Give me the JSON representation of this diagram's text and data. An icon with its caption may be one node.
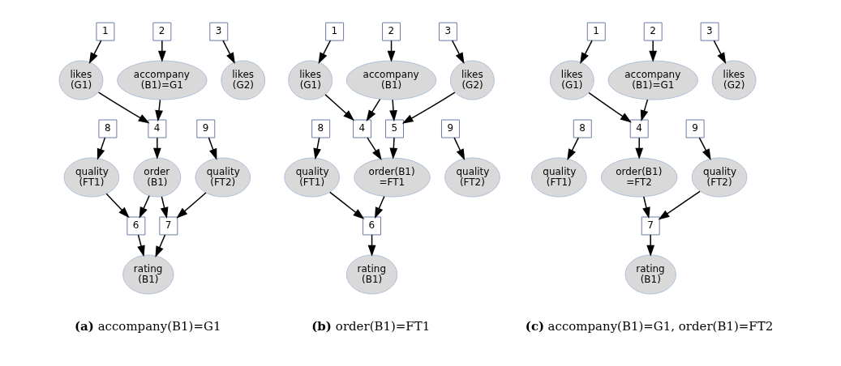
{
  "diagram": {
    "nodes": [
      {
        "text": [
          "1"
        ]
      },
      {
        "text": [
          "2"
        ]
      },
      {
        "text": [
          "3"
        ]
      },
      {
        "text": [
          "likes (G1)"
        ]
      },
      {
        "text": [
          "accompany (B1)=G1"
        ]
      },
      {
        "text": [
          "likes (G2)"
        ]
      },
      {
        "text": [
          "8"
        ]
      },
      {
        "text": [
          "4"
        ]
      },
      {
        "text": [
          "9"
        ]
      },
      {
        "text": [
          "quality (FT1)"
        ]
      },
      {
        "text": [
          "order (B1)"
        ]
      },
      {
        "text": [
          "quality (FT2)"
        ]
      },
      {
        "text": [
          "6"
        ]
      },
      {
        "text": [
          "7"
        ]
      },
      {
        "text": [
          "rating (B1)"
        ]
      },
      {
        "text": [
          "1"
        ]
      },
      {
        "text": [
          "2"
        ]
      },
      {
        "text": [
          "3"
        ]
      },
      {
        "text": [
          "likes (G1)"
        ]
      },
      {
        "text": [
          "accompany (B1)"
        ]
      },
      {
        "text": [
          "likes (G2)"
        ]
      },
      {
        "text": [
          "8"
        ]
      },
      {
        "text": [
          "4"
        ]
      },
      {
        "text": [
          "5"
        ]
      },
      {
        "text": [
          "9"
        ]
      },
      {
        "text": [
          "quality (FT1)"
        ]
      },
      {
        "text": [
          "order(B1) =FT1"
        ]
      },
      {
        "text": [
          "quality (FT2)"
        ]
      },
      {
        "text": [
          "6"
        ]
      },
      {
        "text": [
          "rating (B1)"
        ]
      },
      {
        "text": [
          "1"
        ]
      },
      {
        "text": [
          "2"
        ]
      },
      {
        "text": [
          "3"
        ]
      },
      {
        "text": [
          "likes (G1)"
        ]
      },
      {
        "text": [
          "accompany (B1)=G1"
        ]
      },
      {
        "text": [
          "likes (G2)"
        ]
      },
      {
        "text": [
          "8"
        ]
      },
      {
        "text": [
          "4"
        ]
      },
      {
        "text": [
          "9"
        ]
      },
      {
        "text": [
          "quality (FT1)"
        ]
      },
      {
        "text": [
          "order(B1) =FT2"
        ]
      },
      {
        "text": [
          "quality (FT2)"
        ]
      },
      {
        "text": [
          "7"
        ]
      },
      {
        "text": [
          "rating (B1)"
        ]
      }
    ],
    "edges": [
      {
        "from": 0,
        "to": 3,
        "arrow": "to"
      },
      {
        "from": 1,
        "to": 4,
        "arrow": "to"
      },
      {
        "from": 2,
        "to": 5,
        "arrow": "to"
      },
      {
        "from": 3,
        "to": 7,
        "arrow": "to"
      },
      {
        "from": 4,
        "to": 7,
        "arrow": "to"
      },
      {
        "from": 6,
        "to": 9,
        "arrow": "to"
      },
      {
        "from": 7,
        "to": 10,
        "arrow": "to"
      },
      {
        "from": 8,
        "to": 11,
        "arrow": "to"
      },
      {
        "from": 9,
        "to": 12,
        "arrow": "to"
      },
      {
        "from": 10,
        "to": 12,
        "arrow": "to"
      },
      {
        "from": 10,
        "to": 13,
        "arrow": "to"
      },
      {
        "from": 11,
        "to": 13,
        "arrow": "to"
      },
      {
        "from": 12,
        "to": 14,
        "arrow": "to"
      },
      {
        "from": 13,
        "to": 14,
        "arrow": "to"
      },
      {
        "from": 15,
        "to": 18,
        "arrow": "to"
      },
      {
        "from": 16,
        "to": 19,
        "arrow": "to"
      },
      {
        "from": 17,
        "to": 20,
        "arrow": "to"
      },
      {
        "from": 18,
        "to": 22,
        "arrow": "to"
      },
      {
        "from": 19,
        "to": 22,
        "arrow": "to"
      },
      {
        "from": 19,
        "to": 23,
        "arrow": "to"
      },
      {
        "from": 20,
        "to": 23,
        "arrow": "to"
      },
      {
        "from": 21,
        "to": 25,
        "arrow": "to"
      },
      {
        "from": 22,
        "to": 26,
        "arrow": "to"
      },
      {
        "from": 23,
        "to": 26,
        "arrow": "to"
      },
      {
        "from": 24,
        "to": 27,
        "arrow": "to"
      },
      {
        "from": 25,
        "to": 28,
        "arrow": "to"
      },
      {
        "from": 26,
        "to": 28,
        "arrow": "to"
      },
      {
        "from": 28,
        "to": 29,
        "arrow": "to"
      },
      {
        "from": 30,
        "to": 33,
        "arrow": "to"
      },
      {
        "from": 31,
        "to": 34,
        "arrow": "to"
      },
      {
        "from": 32,
        "to": 35,
        "arrow": "to"
      },
      {
        "from": 33,
        "to": 37,
        "arrow": "to"
      },
      {
        "from": 34,
        "to": 37,
        "arrow": "to"
      },
      {
        "from": 36,
        "to": 39,
        "arrow": "to"
      },
      {
        "from": 37,
        "to": 40,
        "arrow": "to"
      },
      {
        "from": 38,
        "to": 41,
        "arrow": "to"
      },
      {
        "from": 40,
        "to": 42,
        "arrow": "to"
      },
      {
        "from": 41,
        "to": 42,
        "arrow": "to"
      },
      {
        "from": 42,
        "to": 43,
        "arrow": "to"
      }
    ],
    "labels": [
      "**(a)** accompany(B1)=G1",
      "**(b)** order(B1)=FT1",
      "**(c)** accompany(B1)=G1, order(B1)=FT2"
    ]
  }
}
